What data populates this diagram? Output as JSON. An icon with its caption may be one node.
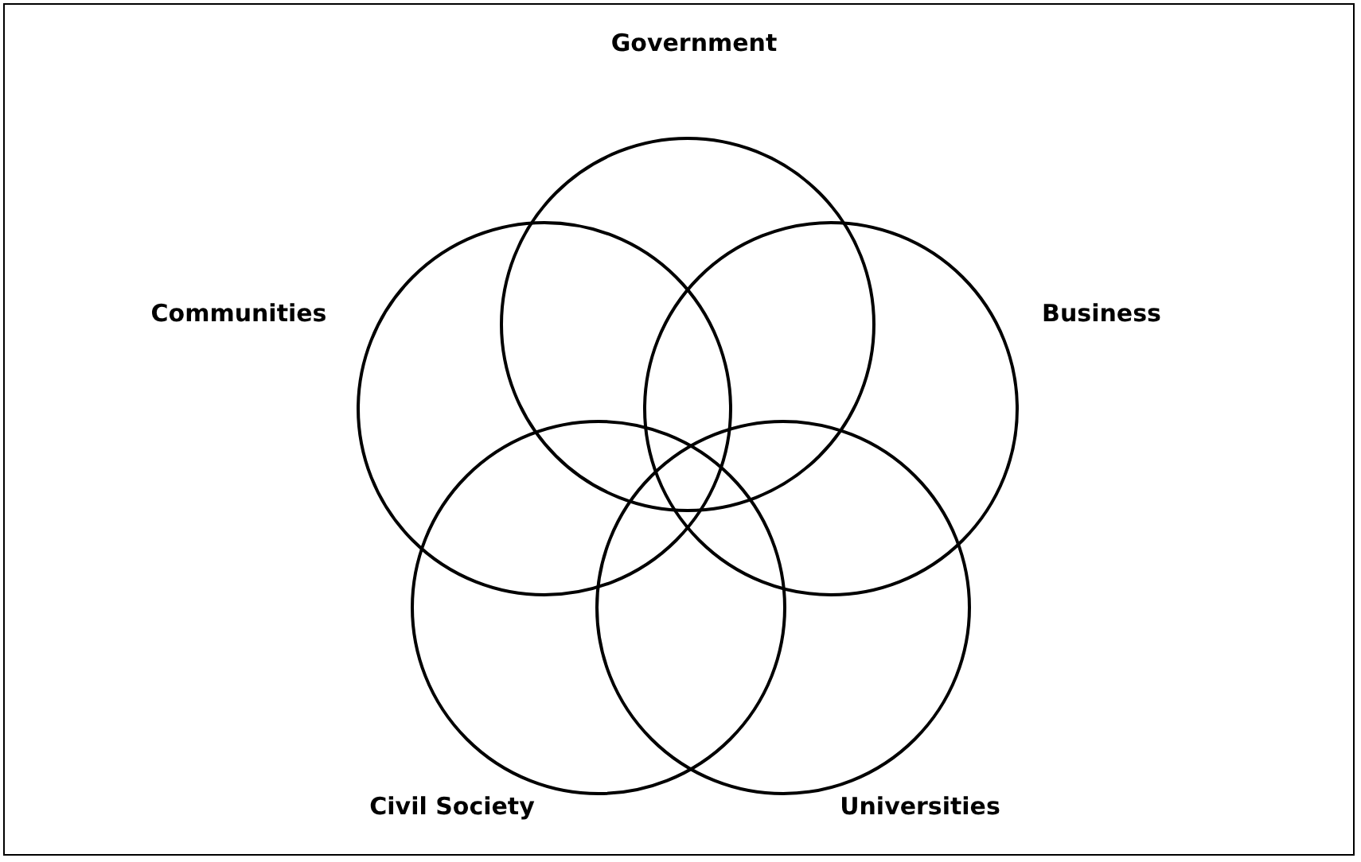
{
  "diagram": {
    "nodes": [
      {
        "text": [
          "Government"
        ]
      },
      {
        "text": [
          "Communities"
        ]
      },
      {
        "text": [
          "Business"
        ]
      },
      {
        "text": [
          "Civil Society"
        ]
      },
      {
        "text": [
          "Universities"
        ]
      }
    ]
  }
}
